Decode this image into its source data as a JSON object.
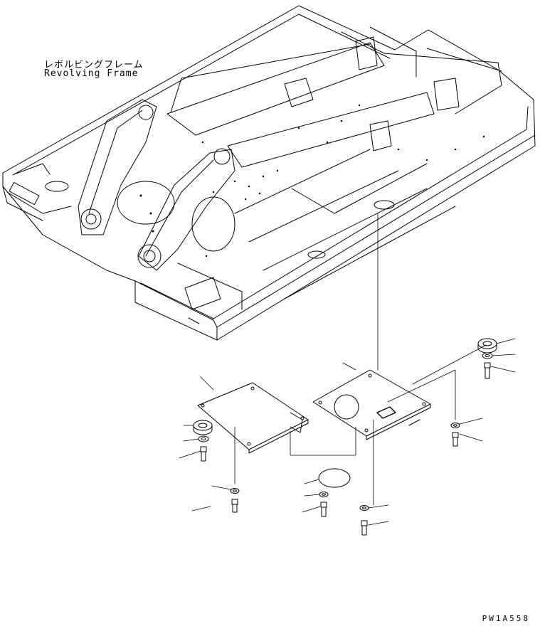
{
  "diagram": {
    "title_jp": "レボルビングフレーム",
    "title_en": "Revolving Frame",
    "drawing_code": "PW1A558",
    "parts": [
      {
        "name": "revolving-frame"
      },
      {
        "name": "left-cover-plate"
      },
      {
        "name": "right-cover-plate"
      },
      {
        "name": "cap"
      },
      {
        "name": "grommet"
      },
      {
        "name": "washer"
      },
      {
        "name": "bolt"
      }
    ]
  }
}
